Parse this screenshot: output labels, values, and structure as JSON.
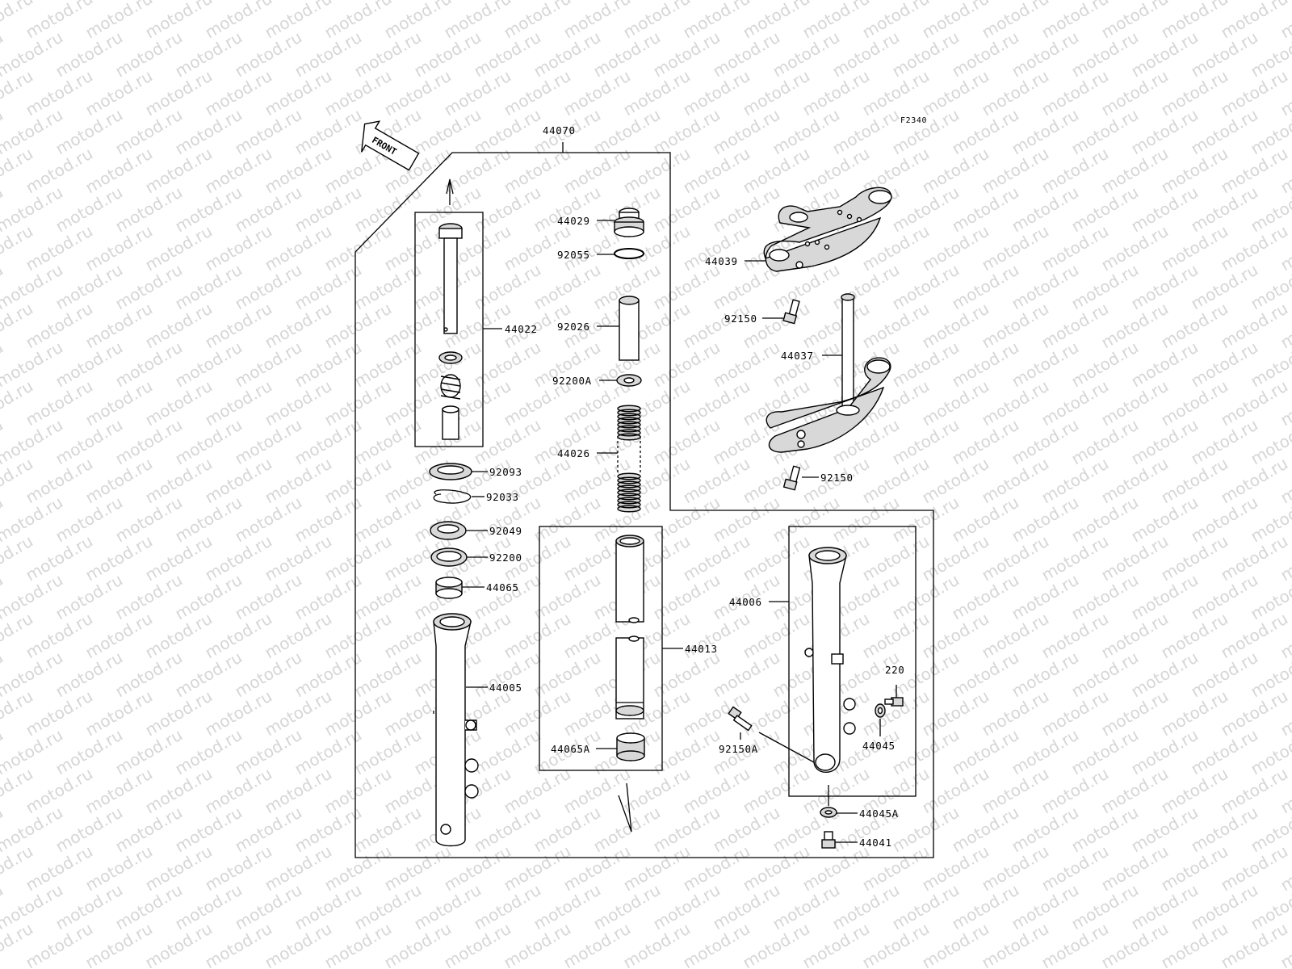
{
  "diagram": {
    "code": "F2340",
    "front_label": "FRONT",
    "watermark_text": "motod.ru",
    "colors": {
      "line": "#000000",
      "part_fill": "#d8d8d8",
      "watermark": "#d6d6d6",
      "background": "#ffffff"
    },
    "labels": {
      "p44070": "44070",
      "p44029": "44029",
      "p92055": "92055",
      "p92026": "92026",
      "p92200A": "92200A",
      "p44026": "44026",
      "p44022": "44022",
      "p92093": "92093",
      "p92033": "92033",
      "p92049": "92049",
      "p92200": "92200",
      "p44065": "44065",
      "p44005": "44005",
      "p44013": "44013",
      "p44065A": "44065A",
      "p44039": "44039",
      "p92150_top": "92150",
      "p44037": "44037",
      "p92150_bottom": "92150",
      "p44006": "44006",
      "p220": "220",
      "p92150A": "92150A",
      "p44045": "44045",
      "p44045A": "44045A",
      "p44041": "44041"
    }
  }
}
